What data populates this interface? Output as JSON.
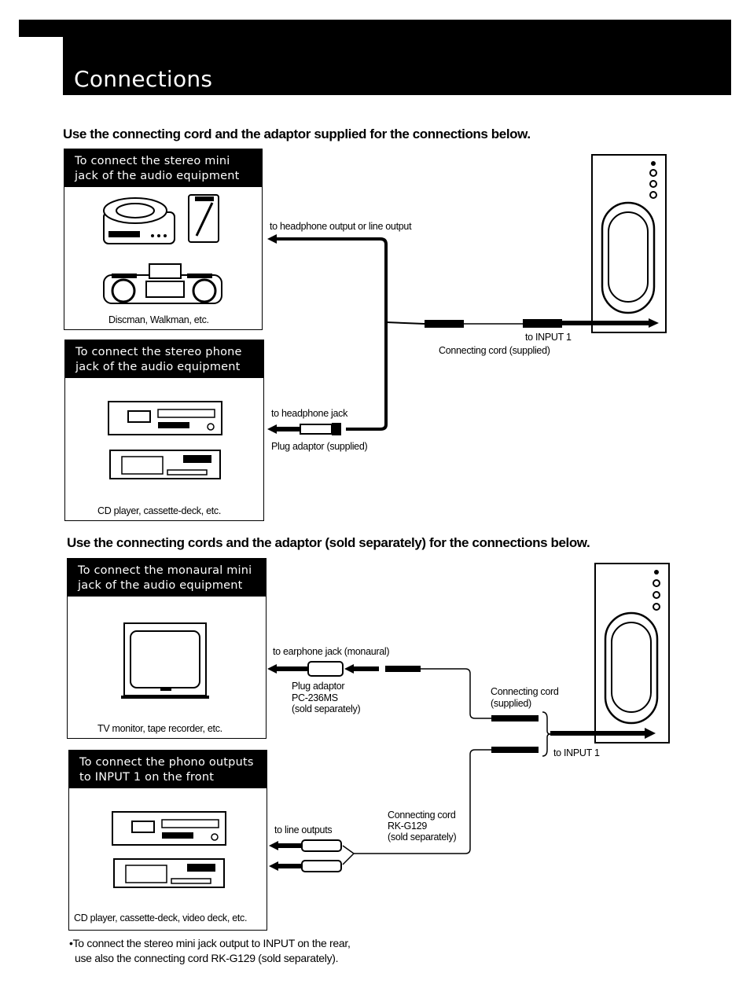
{
  "page": {
    "title": "Connections"
  },
  "section1": {
    "title": "Use the connecting cord and the adaptor supplied for the connections below.",
    "panel_a": {
      "heading": "To connect the stereo mini jack of the audio equipment",
      "caption": "Discman, Walkman, etc."
    },
    "panel_b": {
      "heading": "To connect the stereo phone jack of the audio equipment",
      "caption": "CD player, cassette-deck, etc."
    },
    "labels": {
      "headphone_output": "to headphone output or line output",
      "input1": "to INPUT 1",
      "cord_supplied": "Connecting cord (supplied)",
      "headphone_jack": "to headphone jack",
      "plug_adaptor": "Plug adaptor (supplied)"
    }
  },
  "section2": {
    "title": "Use the connecting cords and the adaptor (sold separately) for the connections below.",
    "panel_c": {
      "heading": "To connect the monaural mini jack of the audio equipment",
      "caption": "TV monitor, tape recorder, etc."
    },
    "panel_d": {
      "heading": "To connect the phono outputs to INPUT 1 on the front",
      "caption": "CD player, cassette-deck, video deck, etc."
    },
    "labels": {
      "earphone_jack": "to earphone jack (monaural)",
      "plug_adaptor_line1": "Plug adaptor",
      "plug_adaptor_line2": "PC-236MS",
      "plug_adaptor_line3": "(sold separately)",
      "cord_line1": "Connecting cord",
      "cord_line2": "(supplied)",
      "input1": "to INPUT 1",
      "line_outputs": "to line outputs",
      "rk_line1": "Connecting cord",
      "rk_line2": "RK-G129",
      "rk_line3": "(sold separately)"
    }
  },
  "footnote": {
    "line1": "•To connect the stereo mini jack output to INPUT on the rear,",
    "line2": "use also the connecting cord RK-G129 (sold separately)."
  },
  "colors": {
    "ink": "#000000",
    "paper": "#ffffff"
  }
}
